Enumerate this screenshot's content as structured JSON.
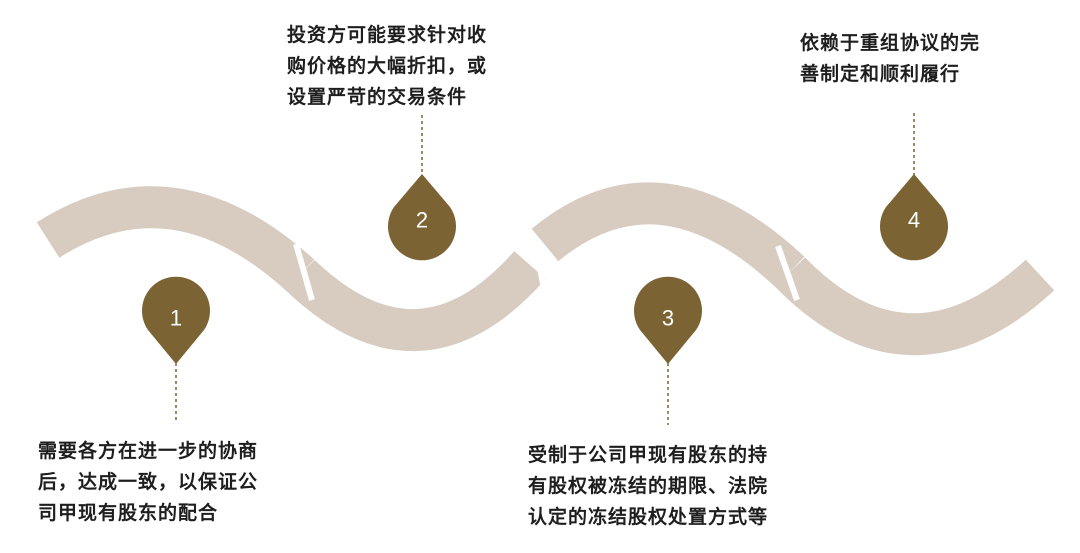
{
  "accent_color": "#7b6334",
  "wave_color": "#d8ccc1",
  "connector_color": "#7b6334",
  "steps": [
    {
      "number": "1",
      "lines": [
        "需要各方在进一步的协商",
        "后，达成一致，以保证公",
        "司甲现有股东的配合"
      ]
    },
    {
      "number": "2",
      "lines": [
        "投资方可能要求针对收",
        "购价格的大幅折扣，或",
        "设置严苛的交易条件"
      ]
    },
    {
      "number": "3",
      "lines": [
        "受制于公司甲现有股东的持",
        "有股权被冻结的期限、法院",
        "认定的冻结股权处置方式等"
      ]
    },
    {
      "number": "4",
      "lines": [
        "依赖于重组协议的完",
        "善制定和顺利履行"
      ]
    }
  ]
}
